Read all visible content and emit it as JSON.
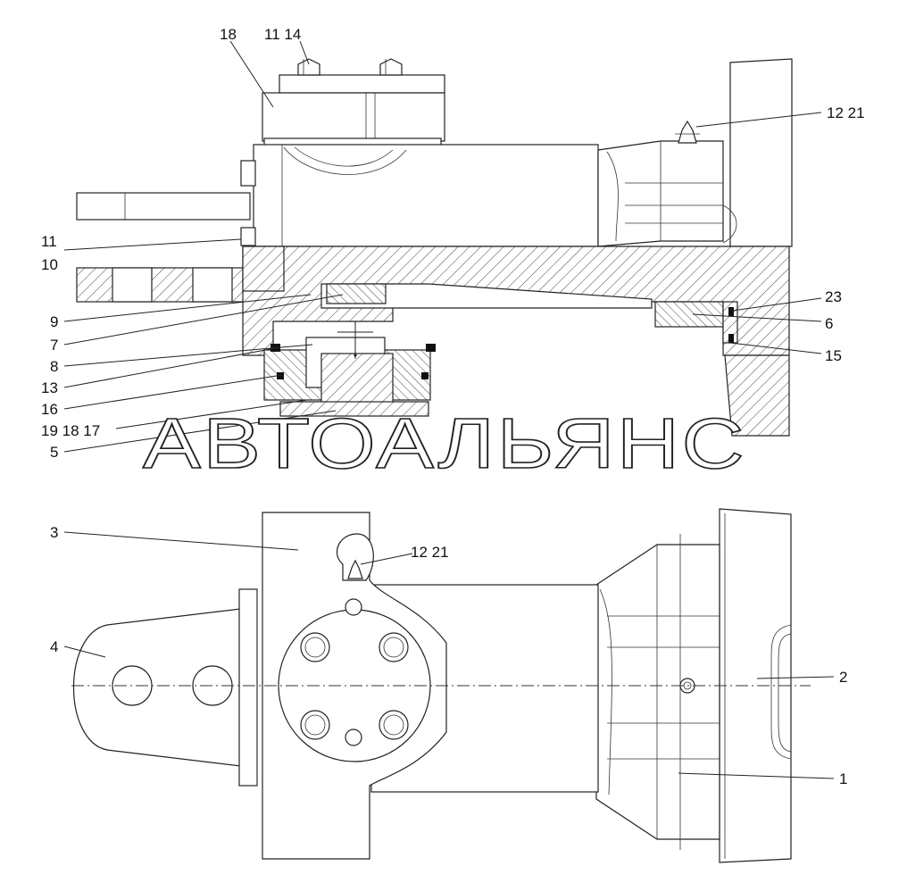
{
  "watermark": "АВТОАЛЬЯНС",
  "callouts_top": {
    "c18": "18",
    "c11_14": "11 14",
    "c12_21": "12 21",
    "c11": "11",
    "c10": "10",
    "c9": "9",
    "c7": "7",
    "c8": "8",
    "c13": "13",
    "c16": "16",
    "c19_18_17": "19 18 17",
    "c5": "5",
    "c23": "23",
    "c6": "6",
    "c15": "15"
  },
  "callouts_bottom": {
    "c3": "3",
    "c12_21": "12 21",
    "c4": "4",
    "c2": "2",
    "c1": "1"
  }
}
